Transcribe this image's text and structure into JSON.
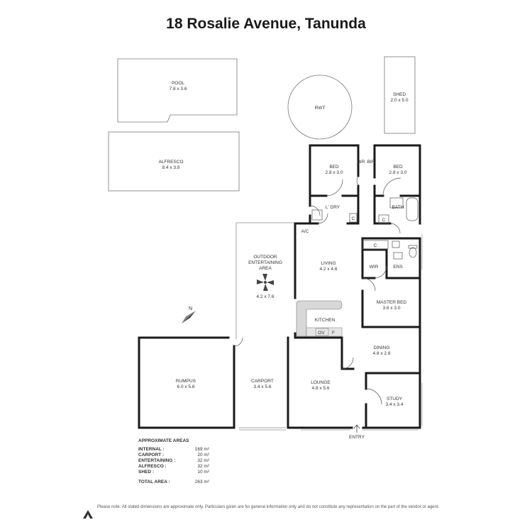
{
  "title": "18 Rosalie Avenue, Tanunda",
  "rooms": {
    "pool": {
      "name": "POOL",
      "dims": "7.8 x 3.6"
    },
    "rwt": {
      "name": "RWT"
    },
    "shed": {
      "name": "SHED",
      "dims": "2.0 x 5.0"
    },
    "alfresco": {
      "name": "ALFRESCO",
      "dims": "8.4 x 3.8"
    },
    "bed1": {
      "name": "BED",
      "dims": "2.8 x 3.0"
    },
    "bed2": {
      "name": "BED",
      "dims": "2.8 x 3.0"
    },
    "bir": "BIR",
    "ldry": "L' DRY",
    "bath": "BATH",
    "cupboard": "C",
    "ac": "A/C",
    "outdoor": {
      "line1": "OUTDOOR",
      "line2": "ENTERTAINING",
      "line3": "AREA",
      "dims": "4.2 x 7.6"
    },
    "living": {
      "name": "LIVING",
      "dims": "4.2 x 4.6"
    },
    "wir": "WIR",
    "ens": "ENS",
    "master": {
      "name": "MASTER BED",
      "dims": "3.6 x 3.0"
    },
    "kitchen": {
      "name": "KITCHEN",
      "ov": "OV",
      "f": "F"
    },
    "dining": {
      "name": "DINING",
      "dims": "4.8 x 2.8"
    },
    "rumpus": {
      "name": "RUMPUS",
      "dims": "6.0 x 5.6"
    },
    "carport": {
      "name": "CARPORT",
      "dims": "3.4 x 5.6"
    },
    "lounge": {
      "name": "LOUNGE",
      "dims": "4.8 x 5.6"
    },
    "study": {
      "name": "STUDY",
      "dims": "3.4 x 3.4"
    },
    "entry": "ENTRY"
  },
  "compass": {
    "label": "N"
  },
  "areas": {
    "heading": "APPROXIMATE AREAS",
    "rows": [
      {
        "name": "INTERNAL :",
        "value": "169 m²"
      },
      {
        "name": "CARPORT :",
        "value": "20 m²"
      },
      {
        "name": "ENTERTAINING :",
        "value": "32 m²"
      },
      {
        "name": "ALFRESCO :",
        "value": "32 m²"
      },
      {
        "name": "SHED :",
        "value": "10 m²"
      }
    ],
    "total": {
      "name": "TOTAL AREA :",
      "value": "263 m²"
    }
  },
  "disclaimer": "Please note: All stated dimensions are approximate only. Particulars given are for general information only and do not constitute any representation on the part of the vendor or agent.",
  "colors": {
    "wall": "#1a1a1a",
    "thin": "#666666",
    "text": "#333333"
  }
}
